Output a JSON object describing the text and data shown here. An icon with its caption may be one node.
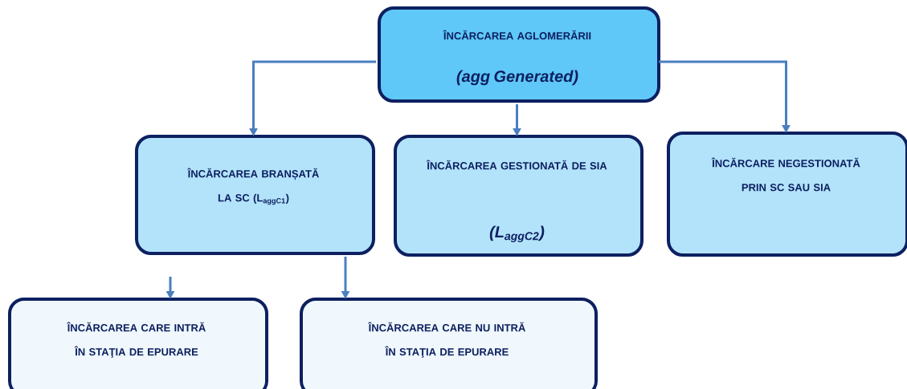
{
  "diagram": {
    "nodes": [
      {
        "text": [
          "ÎNCĂRCAREA AGLOMERĂRII",
          "(agg Generated)"
        ]
      },
      {
        "text": [
          "ÎNCĂRCAREA BRANȘATĂ LA SC (L$_{aggC1}$)"
        ]
      },
      {
        "text": [
          "ÎNCĂRCAREA GESTIONATĂ DE SIA",
          "(L$_{aggC2}$)"
        ]
      },
      {
        "text": [
          "ÎNCĂRCARE NEGESTIONATĂ PRIN SC SAU SIA"
        ]
      },
      {
        "text": [
          "ÎNCĂRCAREA CARE INTRĂ ÎN STAŢIA DE EPURARE"
        ]
      },
      {
        "text": [
          "ÎNCĂRCAREA CARE NU INTRĂ ÎN STAŢIA DE EPURARE"
        ]
      }
    ],
    "edges": [
      {
        "from": 0,
        "to": 1,
        "arrow": "to"
      },
      {
        "from": 0,
        "to": 2,
        "arrow": "to"
      },
      {
        "from": 0,
        "to": 3,
        "arrow": "to"
      },
      {
        "from": null,
        "to": 4,
        "arrow": "to"
      },
      {
        "from": 1,
        "to": 5,
        "arrow": "to"
      }
    ]
  }
}
